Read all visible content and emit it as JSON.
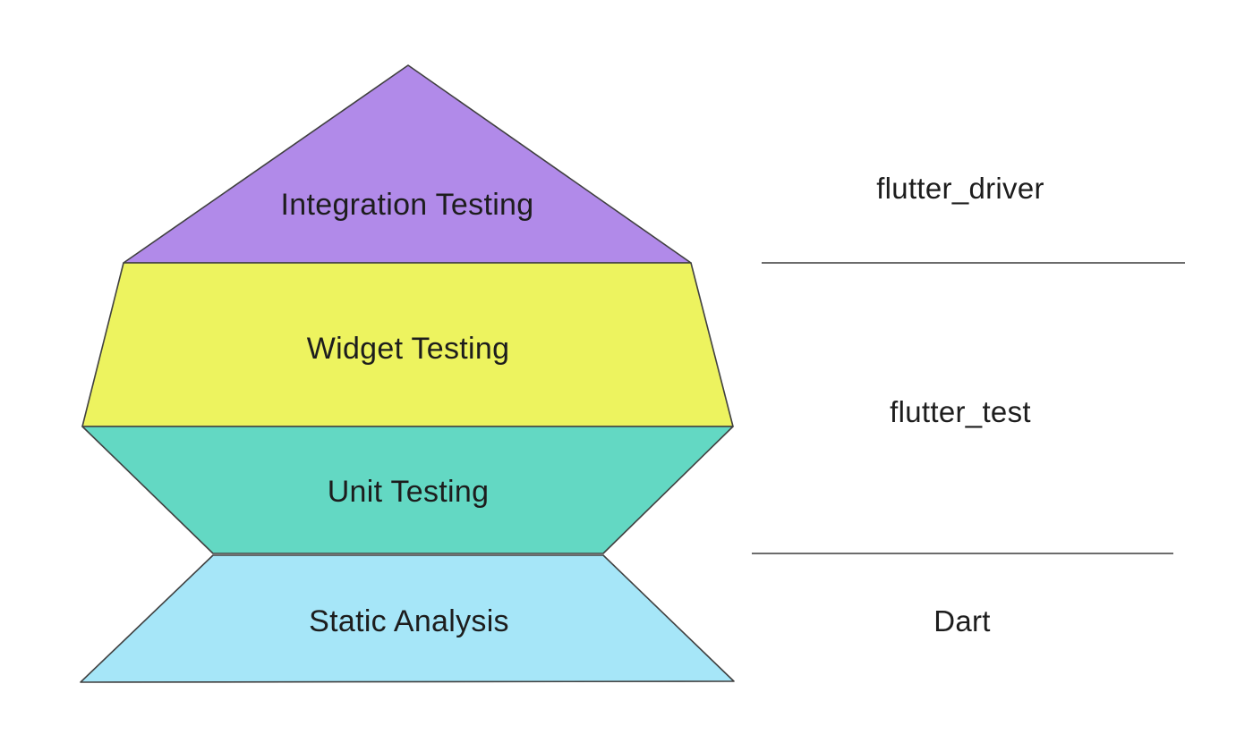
{
  "pyramid": {
    "layers": [
      {
        "label": "Integration Testing",
        "color": "#b18ae9"
      },
      {
        "label": "Widget Testing",
        "color": "#edf35f"
      },
      {
        "label": "Unit Testing",
        "color": "#63d8c3"
      },
      {
        "label": "Static Analysis",
        "color": "#a6e6f8"
      }
    ]
  },
  "annotations": {
    "items": [
      {
        "label": "flutter_driver"
      },
      {
        "label": "flutter_test"
      },
      {
        "label": "Dart"
      }
    ]
  },
  "colors": {
    "background": "#ffffff",
    "outline": "#404040",
    "divider": "#3c3c3c",
    "text": "#1d1d1d"
  }
}
